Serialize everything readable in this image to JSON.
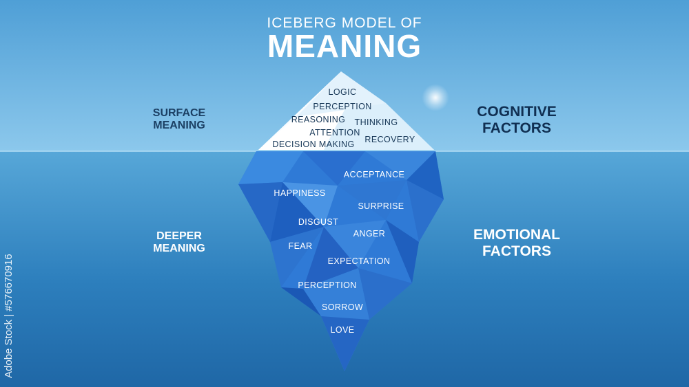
{
  "title": {
    "line1": "ICEBERG MODEL OF",
    "line2": "MEANING"
  },
  "sides": {
    "surface": {
      "line1": "SURFACE",
      "line2": "MEANING"
    },
    "cognitive": {
      "line1": "COGNITIVE",
      "line2": "FACTORS"
    },
    "deeper": {
      "line1": "DEEPER",
      "line2": "MEANING"
    },
    "emotional": {
      "line1": "EMOTIONAL",
      "line2": "FACTORS"
    }
  },
  "above_water_labels": [
    "LOGIC",
    "PERCEPTION",
    "REASONING",
    "THINKING",
    "ATTENTION",
    "DECISION MAKING",
    "RECOVERY"
  ],
  "below_water_labels": [
    "ACCEPTANCE",
    "HAPPINESS",
    "SURPRISE",
    "DISGUST",
    "ANGER",
    "FEAR",
    "EXPECTATION",
    "PERCEPTION",
    "SORROW",
    "LOVE"
  ],
  "credit": "Adobe Stock | #576670916",
  "colors": {
    "sky": "#4f9fd6",
    "sea": "#2d7fbd",
    "ice_top": "#eef7fd",
    "ice_deep": "#1d5fc8"
  }
}
